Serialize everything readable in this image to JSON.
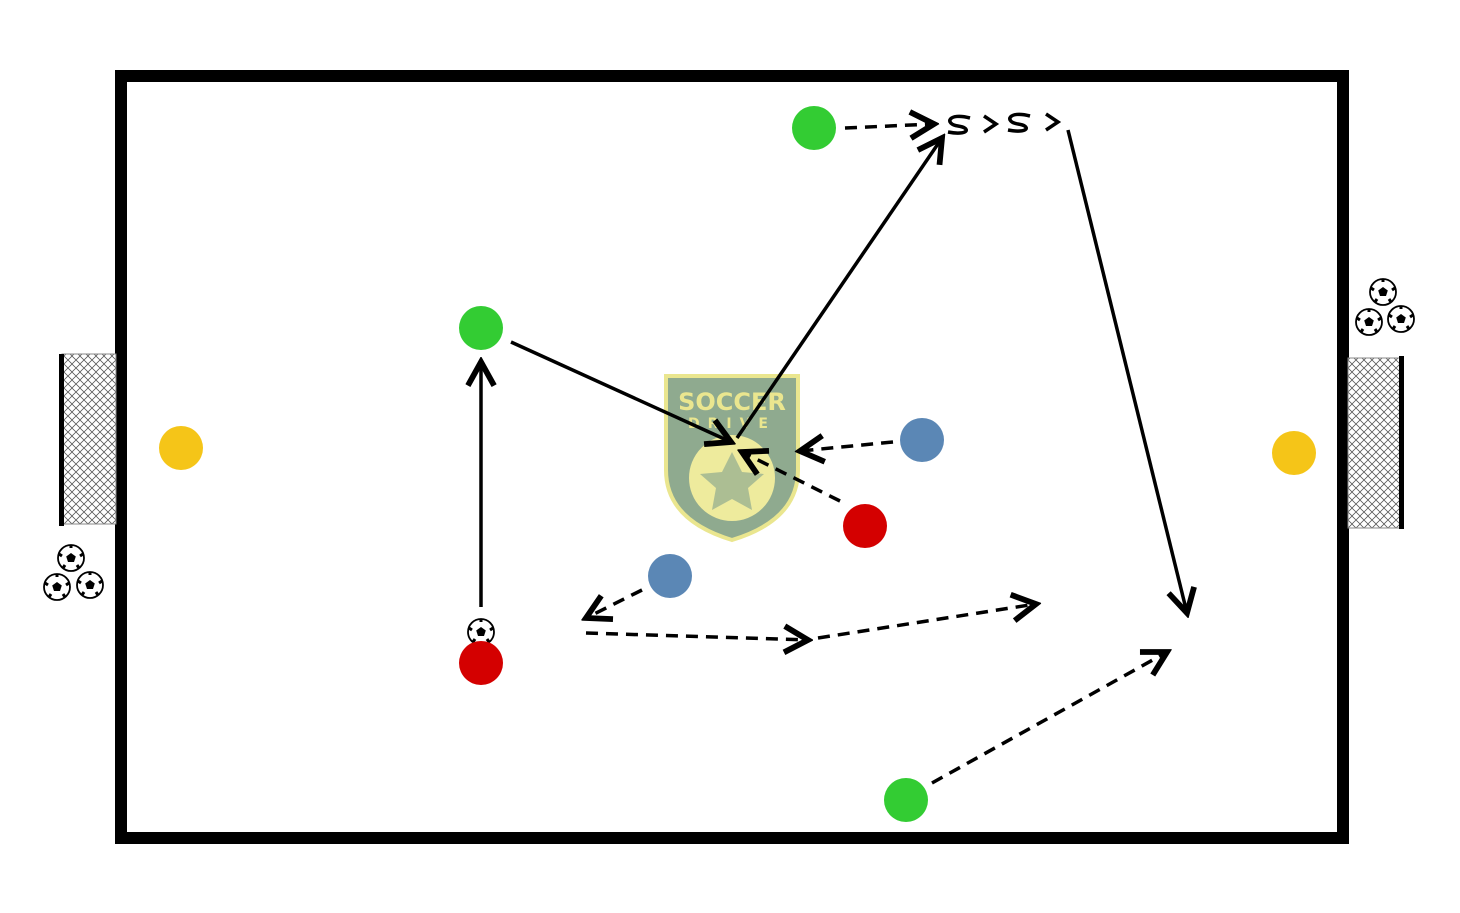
{
  "diagram": {
    "type": "soccer-drill",
    "field": {
      "line_color": "#000000",
      "surface_color": "#ffffff"
    },
    "watermark": {
      "lines": [
        "SOCCER",
        "DRIVE"
      ],
      "color": "#e9e58a",
      "shield_color": "#8aa68a"
    },
    "player_colors": {
      "attacker": "#33cc33",
      "defender": "#d40000",
      "neutral": "#5b87b5",
      "goalkeeper": "#f5c518"
    },
    "players": [
      {
        "role": "attacker",
        "id": "green-top"
      },
      {
        "role": "attacker",
        "id": "green-mid"
      },
      {
        "role": "attacker",
        "id": "green-bottom"
      },
      {
        "role": "defender",
        "id": "red-bottom"
      },
      {
        "role": "defender",
        "id": "red-center"
      },
      {
        "role": "neutral",
        "id": "blue-right"
      },
      {
        "role": "neutral",
        "id": "blue-left"
      },
      {
        "role": "goalkeeper",
        "id": "yellow-left"
      },
      {
        "role": "goalkeeper",
        "id": "yellow-right"
      }
    ],
    "legend_of_lines": {
      "solid": "pass",
      "dashed": "run",
      "squiggle": "dribble"
    }
  }
}
